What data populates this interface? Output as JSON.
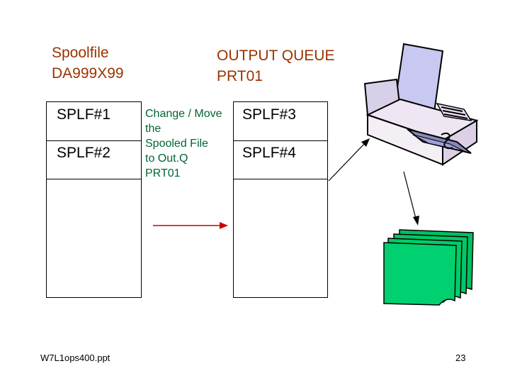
{
  "spoolfile": {
    "line1": "Spoolfile",
    "line2": "DA999X99"
  },
  "outq": {
    "line1": "OUTPUT QUEUE",
    "line2": "PRT01"
  },
  "left_queue": [
    "SPLF#1",
    "SPLF#2"
  ],
  "right_queue": [
    "SPLF#3",
    "SPLF#4"
  ],
  "note": {
    "l1": "Change / Move",
    "l2": "the",
    "l3": "Spooled File",
    "l4": "to Out.Q",
    "l5": "PRT01"
  },
  "footer": {
    "file": "W7L1ops400.ppt",
    "page": "23"
  },
  "colors": {
    "title": "#993300",
    "note": "#006633",
    "arrow": "#cc0000",
    "paper": "#00cc66"
  }
}
